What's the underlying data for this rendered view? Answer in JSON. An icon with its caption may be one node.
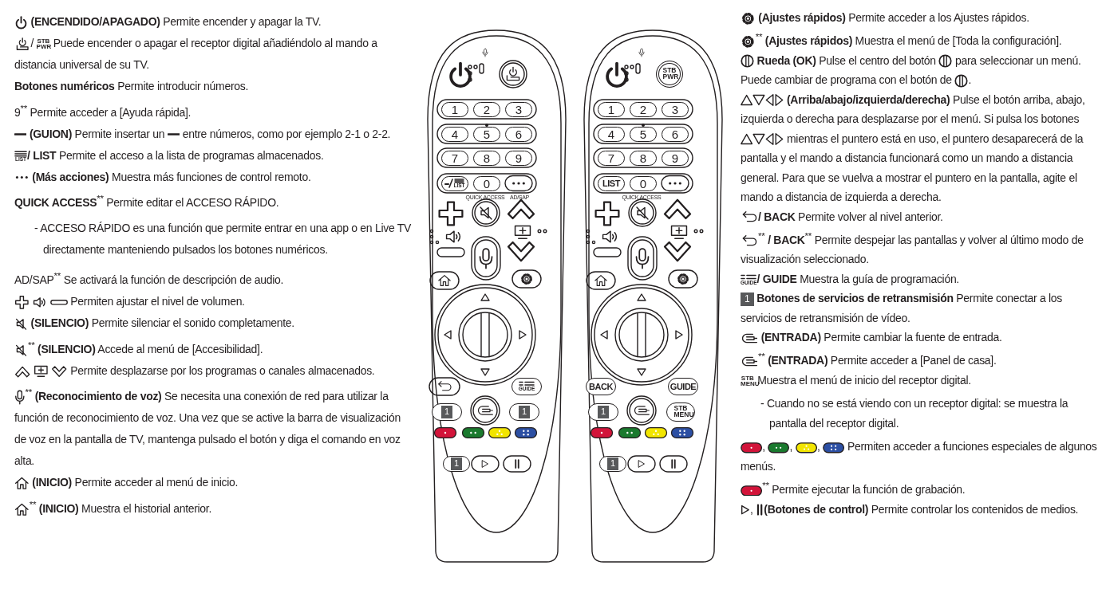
{
  "diagram": {
    "nodes": [
      {
        "text": [
          "1"
        ]
      },
      {
        "text": [
          "2"
        ]
      },
      {
        "text": [
          "3"
        ]
      },
      {
        "text": [
          "4"
        ]
      },
      {
        "text": [
          "5"
        ]
      },
      {
        "text": [
          "6"
        ]
      },
      {
        "text": [
          "7"
        ]
      },
      {
        "text": [
          "8"
        ]
      },
      {
        "text": [
          "9"
        ]
      },
      {
        "text": [
          "LIST"
        ]
      },
      {
        "text": [
          "0"
        ]
      },
      {
        "text": [
          "GUIDE"
        ]
      },
      {
        "text": [
          "1"
        ]
      },
      {
        "text": [
          "1"
        ]
      },
      {
        "text": [
          "1"
        ]
      },
      {
        "text": [
          "STB PWR"
        ]
      },
      {
        "text": [
          "1"
        ]
      },
      {
        "text": [
          "2"
        ]
      },
      {
        "text": [
          "3"
        ]
      },
      {
        "text": [
          "4"
        ]
      },
      {
        "text": [
          "5"
        ]
      },
      {
        "text": [
          "6"
        ]
      },
      {
        "text": [
          "7"
        ]
      },
      {
        "text": [
          "8"
        ]
      },
      {
        "text": [
          "9"
        ]
      },
      {
        "text": [
          "LIST"
        ]
      },
      {
        "text": [
          "0"
        ]
      },
      {
        "text": [
          "BACK"
        ]
      },
      {
        "text": [
          "GUIDE"
        ]
      },
      {
        "text": [
          "1"
        ]
      },
      {
        "text": [
          "STB MENU"
        ]
      },
      {
        "text": [
          "1"
        ]
      }
    ],
    "labels": [
      "**(ENCENDIDO/APAGADO)** Permite encender y apagar la TV.",
      "/",
      "STB PWR",
      "Puede encender o apagar el receptor digital añadiéndolo al mando a distancia universal de su TV.",
      "**Botones numéricos** Permite introducir números.",
      "9$^{**}$ Permite acceder a [Ayuda rápida].",
      "**(GUION)** Permite insertar un",
      "entre números, como por ejemplo 2-1 o 2-2.",
      "LIST",
      "**/ LIST** Permite el acceso a la lista de programas almacenados.",
      "**(Más acciones)** Muestra más funciones de control remoto.",
      "**QUICK ACCESS**$^{**}$ Permite editar el ACCESO RÁPIDO.",
      "- ACCESO RÁPIDO es una función que permite entrar en una app o en Live TV directamente manteniendo pulsados los botones numéricos.",
      "AD/SAP$^{**}$ Se activará la función de descripción de audio.",
      "Permiten ajustar el nivel de volumen.",
      "**(SILENCIO)** Permite silenciar el sonido completamente.",
      "$^{**}$ **(SILENCIO)** Accede al menú de [Accesibilidad].",
      "Permite desplazarse por los programas o canales almacenados.",
      "$^{**}$ **(Reconocimiento de voz)** Se necesita una conexión de red para utilizar la función de reconocimiento de voz. Una vez que se active la barra de visualización de voz en la pantalla de TV, mantenga pulsado el botón y diga el comando en voz alta.",
      "**(INICIO)** Permite acceder al menú de inicio.",
      "$^{**}$ **(INICIO)** Muestra el historial anterior.",
      "QUICK ACCESS",
      "AD/SAP",
      "QUICK ACCESS",
      "**(Ajustes rápidos)** Permite acceder a los Ajustes rápidos.",
      "$^{**}$ **(Ajustes rápidos)** Muestra el menú de [Toda la configuración].",
      "**Rueda (OK)** Pulse el centro del botón",
      "para seleccionar un menú. Puede cambiar de programa con el botón de",
      ".",
      "**(Arriba/abajo/izquierda/derecha)** Pulse el botón arriba, abajo, izquierda o derecha para desplazarse por el menú. Si pulsa los botones",
      "mientras el puntero está en uso, el puntero desaparecerá de la pantalla y el mando a distancia funcionará como un mando a distancia general. Para que se vuelva a mostrar el puntero en la pantalla, agite el mando a distancia de izquierda a derecha.",
      "**/ BACK** Permite volver al nivel anterior.",
      "$^{**}$ **/ BACK**$^{**}$ Permite despejar las pantallas y volver al último modo de visualización seleccionado.",
      "GUIDE",
      "**/ GUIDE** Muestra la guía de programación.",
      "1",
      "**Botones de servicios de retransmisión** Permite conectar a los servicios de retransmisión de vídeo.",
      "**(ENTRADA)** Permite cambiar la fuente de entrada.",
      "$^{**}$ **(ENTRADA)** Permite acceder a [Panel de casa].",
      "STB MENU",
      "Muestra el menú de inicio del receptor digital.",
      "- Cuando no se está viendo con un receptor digital: se muestra la pantalla del receptor digital.",
      ",",
      ",",
      ",",
      "Permiten acceder a funciones especiales de algunos menús.",
      "$^{**}$ Permite ejecutar la función de grabación.",
      ",",
      "**(Botones de control)** Permite controlar los contenidos de medios."
    ]
  }
}
